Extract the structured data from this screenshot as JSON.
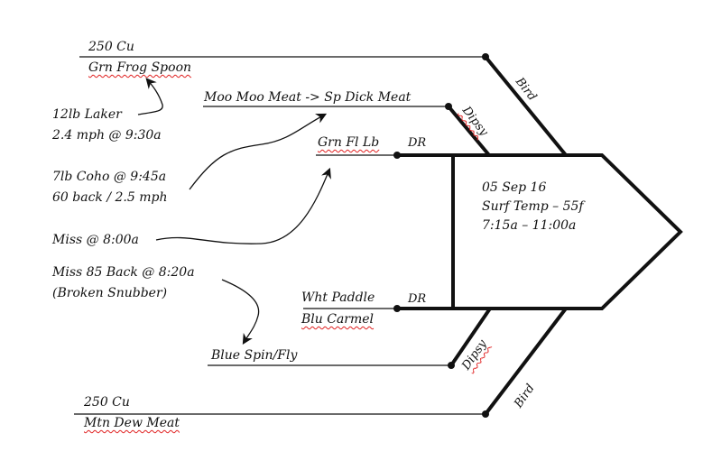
{
  "trip": {
    "date": "05 Sep 16",
    "surface_temp": "Surf Temp – 55f",
    "time_range": "7:15a – 11:00a"
  },
  "port_side": {
    "bird": {
      "label": "Bird",
      "line_top": "250 Cu",
      "line_bottom": "Grn Frog Spoon"
    },
    "dipsy": {
      "label": "Dipsy",
      "line_top": "Moo Moo Meat -> Sp Dick Meat"
    },
    "downrigger": {
      "label": "DR",
      "line_top": "Grn Fl Lb"
    }
  },
  "starboard_side": {
    "downrigger": {
      "label": "DR",
      "line_top": "Wht Paddle",
      "line_bottom": "Blu Carmel"
    },
    "dipsy": {
      "label": "Dipsy",
      "line_top": "Blue Spin/Fly"
    },
    "bird": {
      "label": "Bird",
      "line_top": "250 Cu",
      "line_bottom": "Mtn Dew Meat"
    }
  },
  "notes": [
    {
      "line1": "12lb Laker",
      "line2": "2.4 mph @ 9:30a",
      "points_to": "Grn Frog Spoon"
    },
    {
      "line1": "7lb Coho @ 9:45a",
      "line2": "60 back / 2.5 mph",
      "points_to": "Moo Moo Meat -> Sp Dick Meat"
    },
    {
      "line1": "Miss @ 8:00a",
      "points_to": "Grn Fl Lb"
    },
    {
      "line1": "Miss 85 Back @ 8:20a",
      "line2": "(Broken Snubber)",
      "points_to": "Blue Spin/Fly"
    }
  ],
  "colors": {
    "ink": "#111111",
    "spellcheck": "#e02020",
    "background": "#ffffff"
  }
}
